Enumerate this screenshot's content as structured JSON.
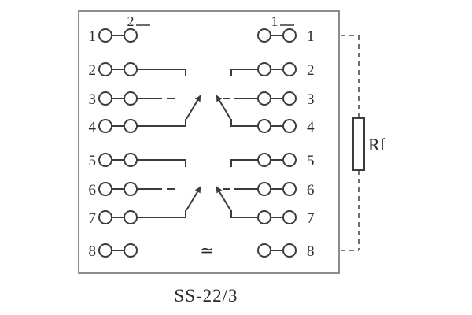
{
  "diagram": {
    "title": "SS-22/3",
    "box_labels": {
      "left_pin_group": "2",
      "right_pin_group": "1"
    },
    "left_terminals": [
      "1",
      "2",
      "3",
      "4",
      "5",
      "6",
      "7",
      "8"
    ],
    "right_terminals": [
      "1",
      "2",
      "3",
      "4",
      "5",
      "6",
      "7",
      "8"
    ],
    "resistor_label": "Rf",
    "ac_symbol": "≃",
    "colors": {
      "line": "#3c3c3c",
      "border": "#707070",
      "background": "#ffffff",
      "text": "#2b2b2b"
    }
  }
}
